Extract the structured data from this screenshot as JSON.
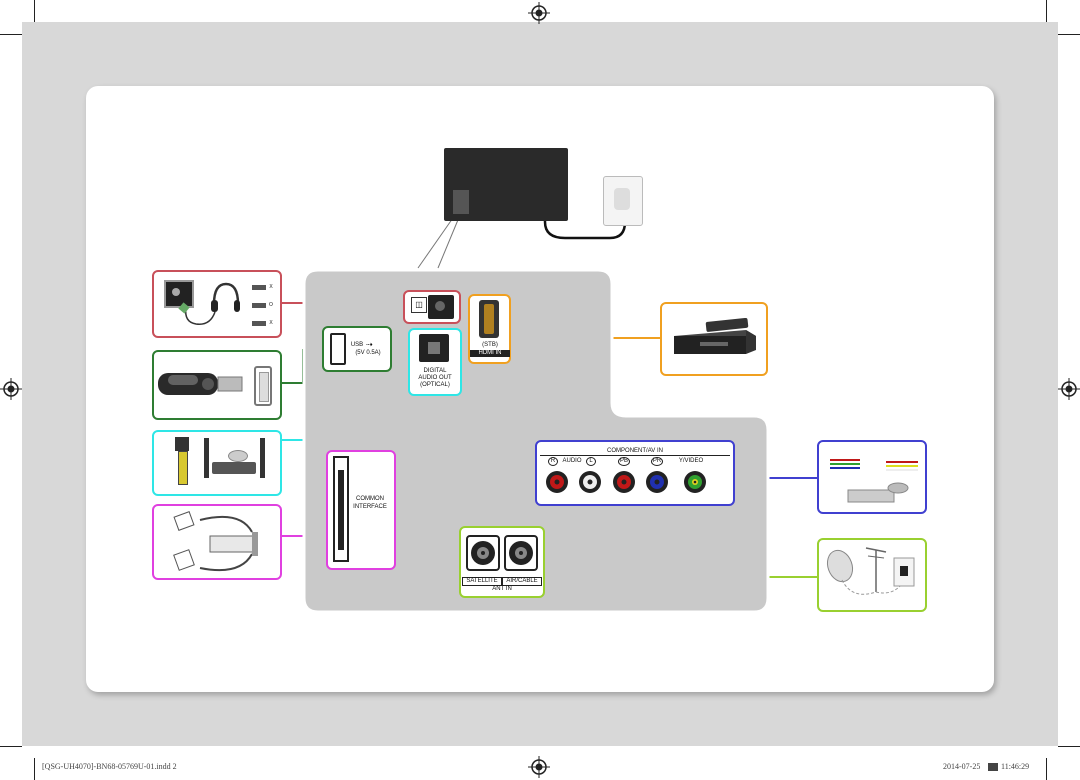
{
  "ports": {
    "usb": "USB",
    "usb_power": "(5V 0.5A)",
    "optical_1": "DIGITAL",
    "optical_2": "AUDIO OUT",
    "optical_3": "(OPTICAL)",
    "hdmi_stb": "(STB)",
    "hdmi": "HDMI IN",
    "common_1": "COMMON",
    "common_2": "INTERFACE",
    "component_title": "COMPONENT/AV IN",
    "audio_r": "R",
    "audio": "AUDIO",
    "audio_l": "L",
    "pb": "PB",
    "pr": "PR",
    "y_video": "Y/VIDEO",
    "satellite": "SATELLITE",
    "air_cable": "AIR/CABLE",
    "ant_in": "ANT IN"
  },
  "headphone_marks": [
    "X",
    "O",
    "X"
  ],
  "colors": {
    "headphone": "#c8505a",
    "usb": "#2e7d32",
    "optical": "#2ee6e6",
    "hdmi": "#f0a020",
    "ci": "#e040e0",
    "component": "#4040d0",
    "antenna": "#99d030"
  },
  "footer": {
    "file": "[QSG-UH4070]-BN68-05769U-01.indd   2",
    "date": "2014-07-25",
    "time": "11:46:29"
  }
}
